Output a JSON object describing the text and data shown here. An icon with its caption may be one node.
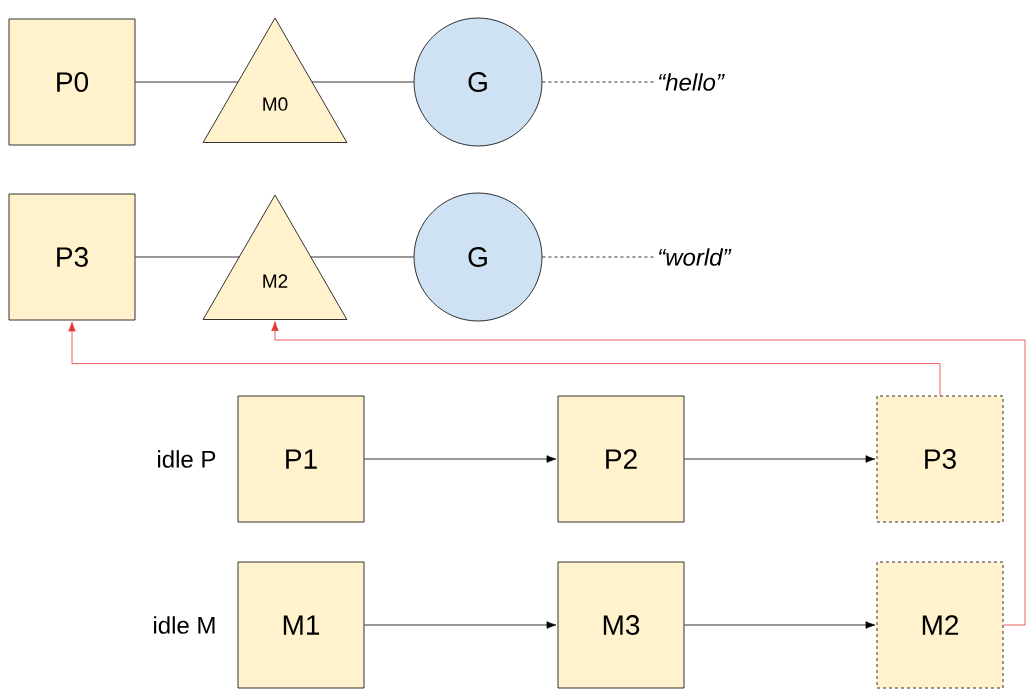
{
  "diagram": {
    "nodes": [
      {
        "text": [
          "P0"
        ]
      },
      {
        "text": [
          "M0"
        ]
      },
      {
        "text": [
          "G"
        ]
      },
      {
        "text": [
          "“hello”"
        ]
      },
      {
        "text": [
          "P3"
        ]
      },
      {
        "text": [
          "M2"
        ]
      },
      {
        "text": [
          "G"
        ]
      },
      {
        "text": [
          "“world”"
        ]
      },
      {
        "text": [
          "P1"
        ]
      },
      {
        "text": [
          "P2"
        ]
      },
      {
        "text": [
          "P3"
        ]
      },
      {
        "text": [
          "M1"
        ]
      },
      {
        "text": [
          "M3"
        ]
      },
      {
        "text": [
          "M2"
        ]
      }
    ],
    "edges": [
      {
        "from": 0,
        "to": 1,
        "arrow": "none"
      },
      {
        "from": 1,
        "to": 2,
        "arrow": "none"
      },
      {
        "from": 2,
        "to": 3,
        "arrow": "none",
        "style": "dashed"
      },
      {
        "from": 4,
        "to": 5,
        "arrow": "none"
      },
      {
        "from": 5,
        "to": 6,
        "arrow": "none"
      },
      {
        "from": 6,
        "to": 7,
        "arrow": "none",
        "style": "dashed"
      },
      {
        "from": 8,
        "to": 9,
        "arrow": "to"
      },
      {
        "from": 9,
        "to": 10,
        "arrow": "to"
      },
      {
        "from": 11,
        "to": 12,
        "arrow": "to"
      },
      {
        "from": 12,
        "to": 13,
        "arrow": "to"
      },
      {
        "from": 10,
        "to": 4,
        "arrow": "to",
        "color": "#e53935"
      },
      {
        "from": 13,
        "to": 5,
        "arrow": "to",
        "color": "#e53935"
      }
    ],
    "labels": [
      "idle P",
      "idle M"
    ]
  }
}
